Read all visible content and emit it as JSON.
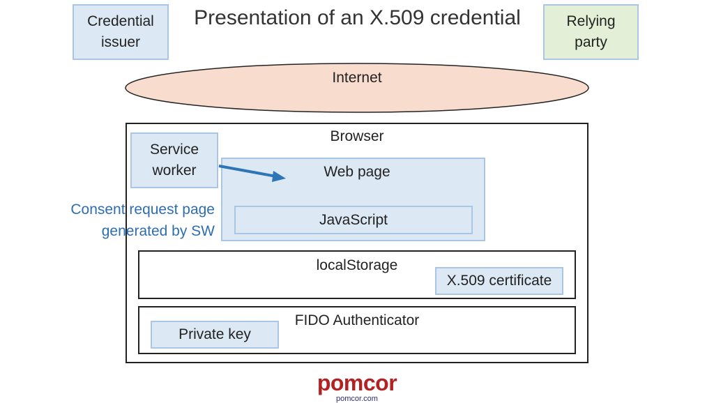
{
  "title": "Presentation of an X.509 credential",
  "credential_issuer": {
    "line1": "Credential",
    "line2": "issuer"
  },
  "relying_party": {
    "line1": "Relying",
    "line2": "party"
  },
  "internet": "Internet",
  "browser": {
    "label": "Browser",
    "service_worker": {
      "line1": "Service",
      "line2": "worker"
    },
    "web_page": "Web page",
    "javascript": "JavaScript",
    "local_storage": "localStorage",
    "x509_certificate": "X.509 certificate",
    "fido_authenticator": "FIDO Authenticator",
    "private_key": "Private key"
  },
  "consent_note": {
    "line1": "Consent request page",
    "line2": "generated by SW"
  },
  "logo": {
    "name": "pomcor",
    "url": "pomcor.com"
  },
  "colors": {
    "blue_fill": "#dce9f5",
    "green_fill": "#e3efd6",
    "internet_fill": "#f8dccd",
    "arrow": "#2e75b6",
    "consent_text": "#2e6db4",
    "logo_red": "#b32222"
  }
}
